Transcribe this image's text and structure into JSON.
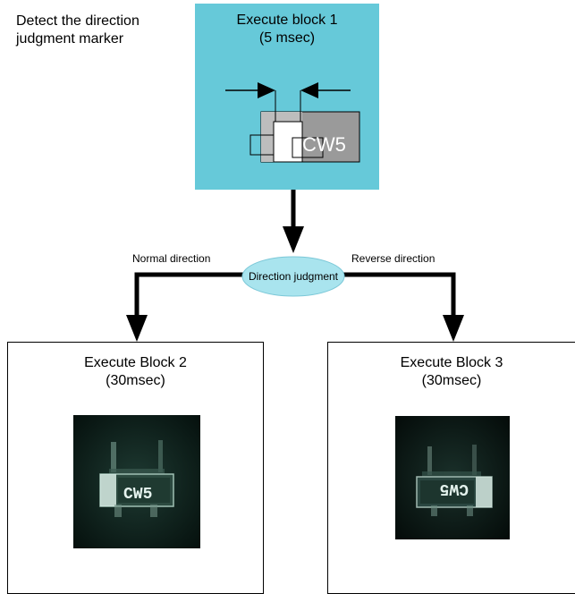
{
  "caption": "Detect the direction\njudgment marker",
  "block1": {
    "title": "Execute block 1",
    "subtitle": "(5 msec)",
    "marker_text": "CW5",
    "color": "#66c9d9"
  },
  "judgment": {
    "label": "Direction judgment",
    "fill": "#a9e4ee"
  },
  "branches": {
    "normal": "Normal direction",
    "reverse": "Reverse direction"
  },
  "block2": {
    "title": "Execute Block 2",
    "subtitle": "(30msec)",
    "chip_text": "CW5"
  },
  "block3": {
    "title": "Execute Block 3",
    "subtitle": "(30msec)",
    "chip_text": "CW5"
  }
}
